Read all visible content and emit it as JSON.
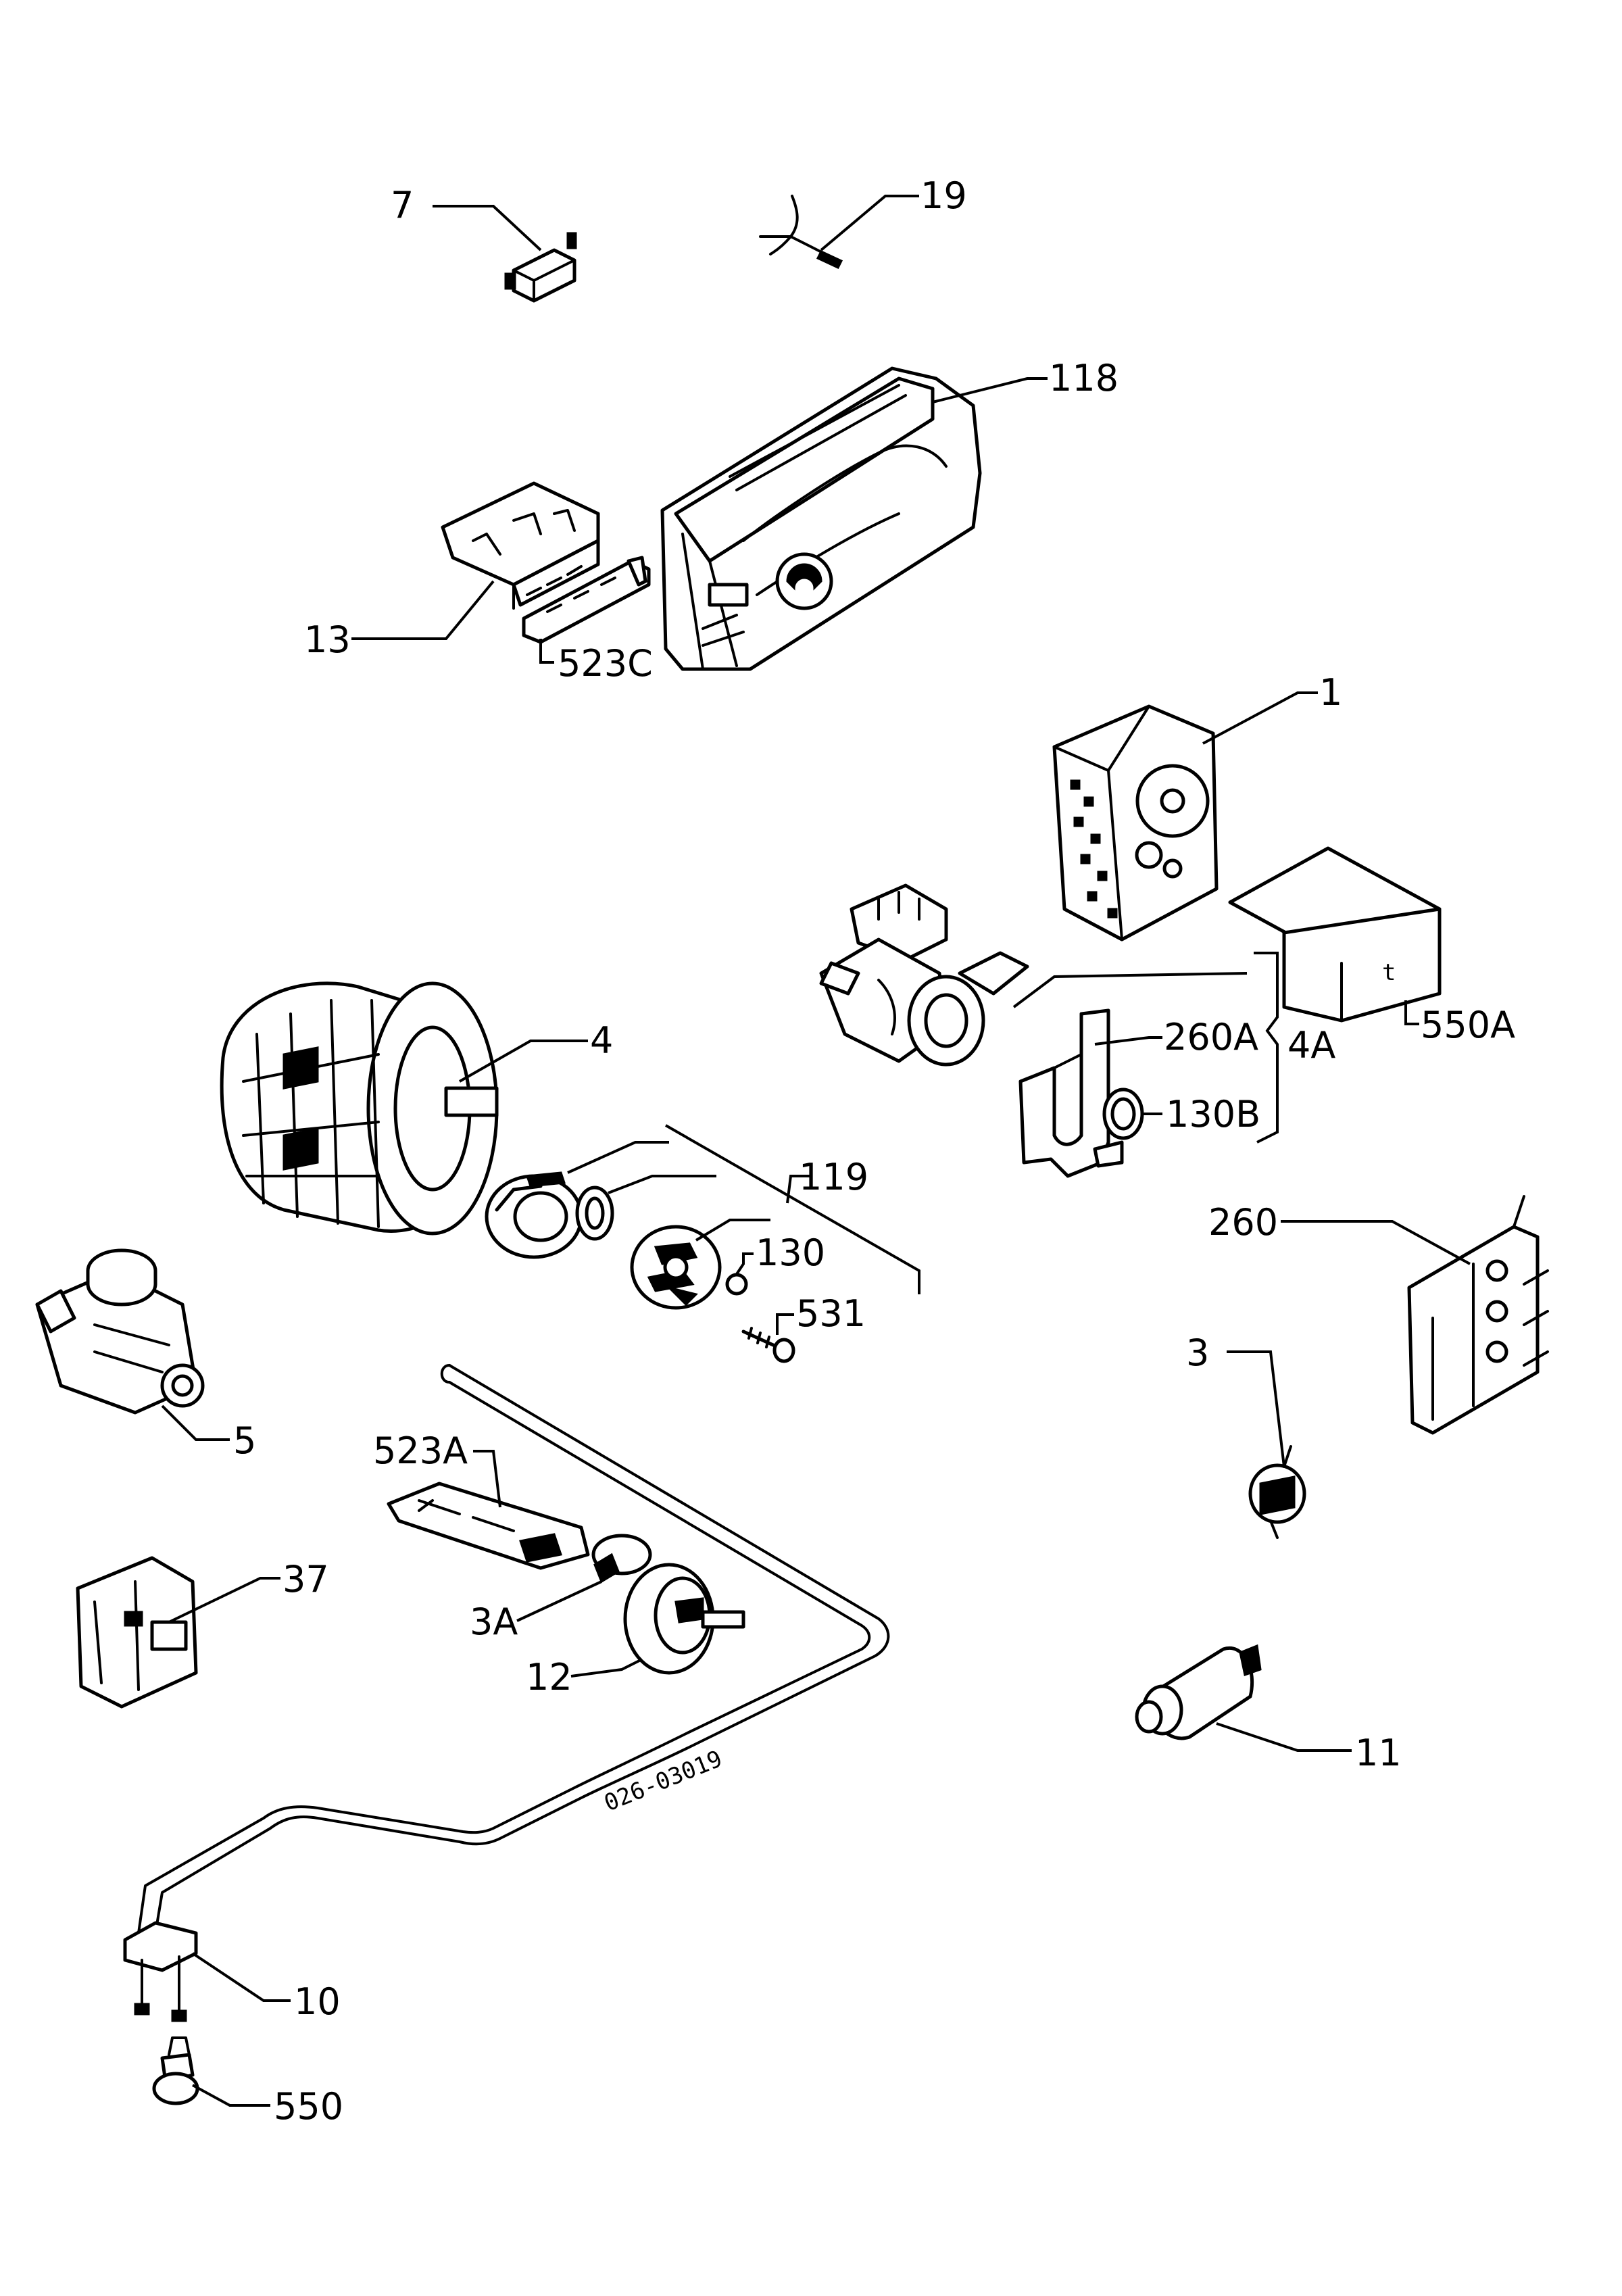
{
  "diagram": {
    "type": "exploded parts diagram",
    "colors": {
      "ink": "#000000",
      "paper": "#ffffff"
    },
    "stamp": "026-03019",
    "labels": {
      "p7": "7",
      "p19": "19",
      "p118": "118",
      "p13": "13",
      "p523C": "523C",
      "p1": "1",
      "p550A": "550A",
      "p260A": "260A",
      "p4A": "4A",
      "p130B": "130B",
      "p4": "4",
      "p119": "119",
      "p130": "130",
      "p531": "531",
      "p260": "260",
      "p5": "5",
      "p3": "3",
      "p523A": "523A",
      "p37": "37",
      "p3A": "3A",
      "p12": "12",
      "p11": "11",
      "p10": "10",
      "p550": "550"
    }
  }
}
